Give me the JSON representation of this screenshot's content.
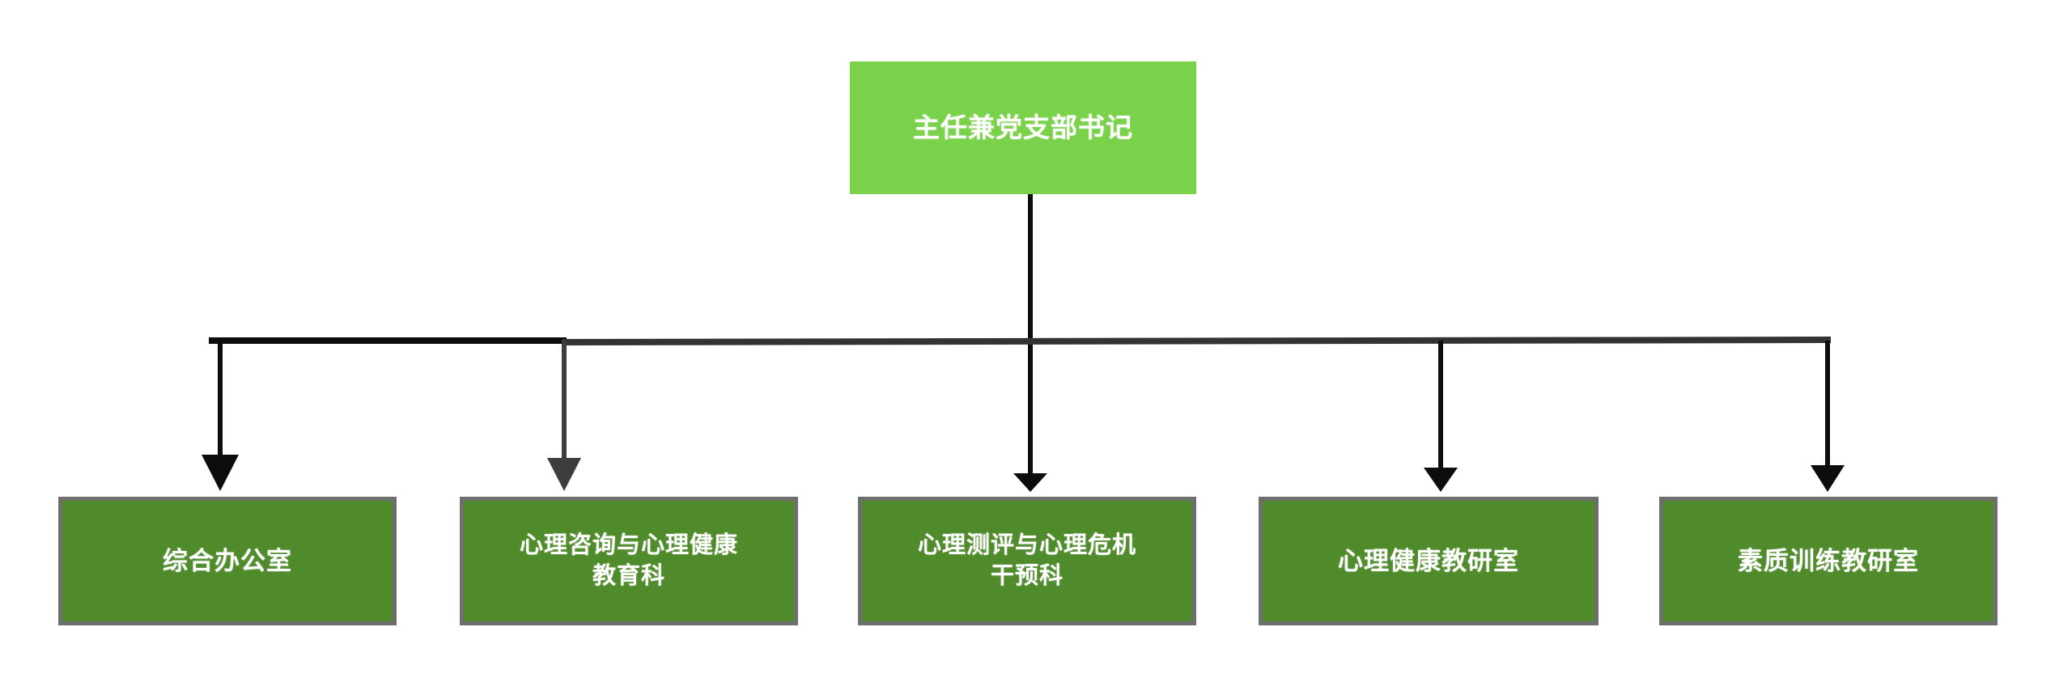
{
  "diagram": {
    "type": "organizational-chart",
    "orientation": "top-down",
    "background_color": "#ffffff",
    "root": {
      "label": "主任兼党支部书记",
      "fill_color": "#7ad24a",
      "text_color": "#ffffff"
    },
    "children": [
      {
        "id": "general-office",
        "label": "综合办公室",
        "lines": 1,
        "fill_color": "#4f8b2b",
        "border_color": "#6e6e6e",
        "text_color": "#ffffff"
      },
      {
        "id": "counseling-education-section",
        "label": "心理咨询与心理健康\n教育科",
        "lines": 2,
        "fill_color": "#4f8b2b",
        "border_color": "#6e6e6e",
        "text_color": "#ffffff"
      },
      {
        "id": "assessment-crisis-section",
        "label": "心理测评与心理危机\n干预科",
        "lines": 2,
        "fill_color": "#4f8b2b",
        "border_color": "#6e6e6e",
        "text_color": "#ffffff"
      },
      {
        "id": "mental-health-teaching-office",
        "label": "心理健康教研室",
        "lines": 1,
        "fill_color": "#4f8b2b",
        "border_color": "#6e6e6e",
        "text_color": "#ffffff"
      },
      {
        "id": "quality-training-teaching-office",
        "label": "素质训练教研室",
        "lines": 1,
        "fill_color": "#4f8b2b",
        "border_color": "#6e6e6e",
        "text_color": "#ffffff"
      }
    ],
    "connectors": {
      "line_color": "#0d0d0d",
      "line_color_secondary": "#333333",
      "arrow_color": "#0d0d0d",
      "arrow_color_secondary": "#3d3d3d",
      "stroke_width": 5
    }
  }
}
